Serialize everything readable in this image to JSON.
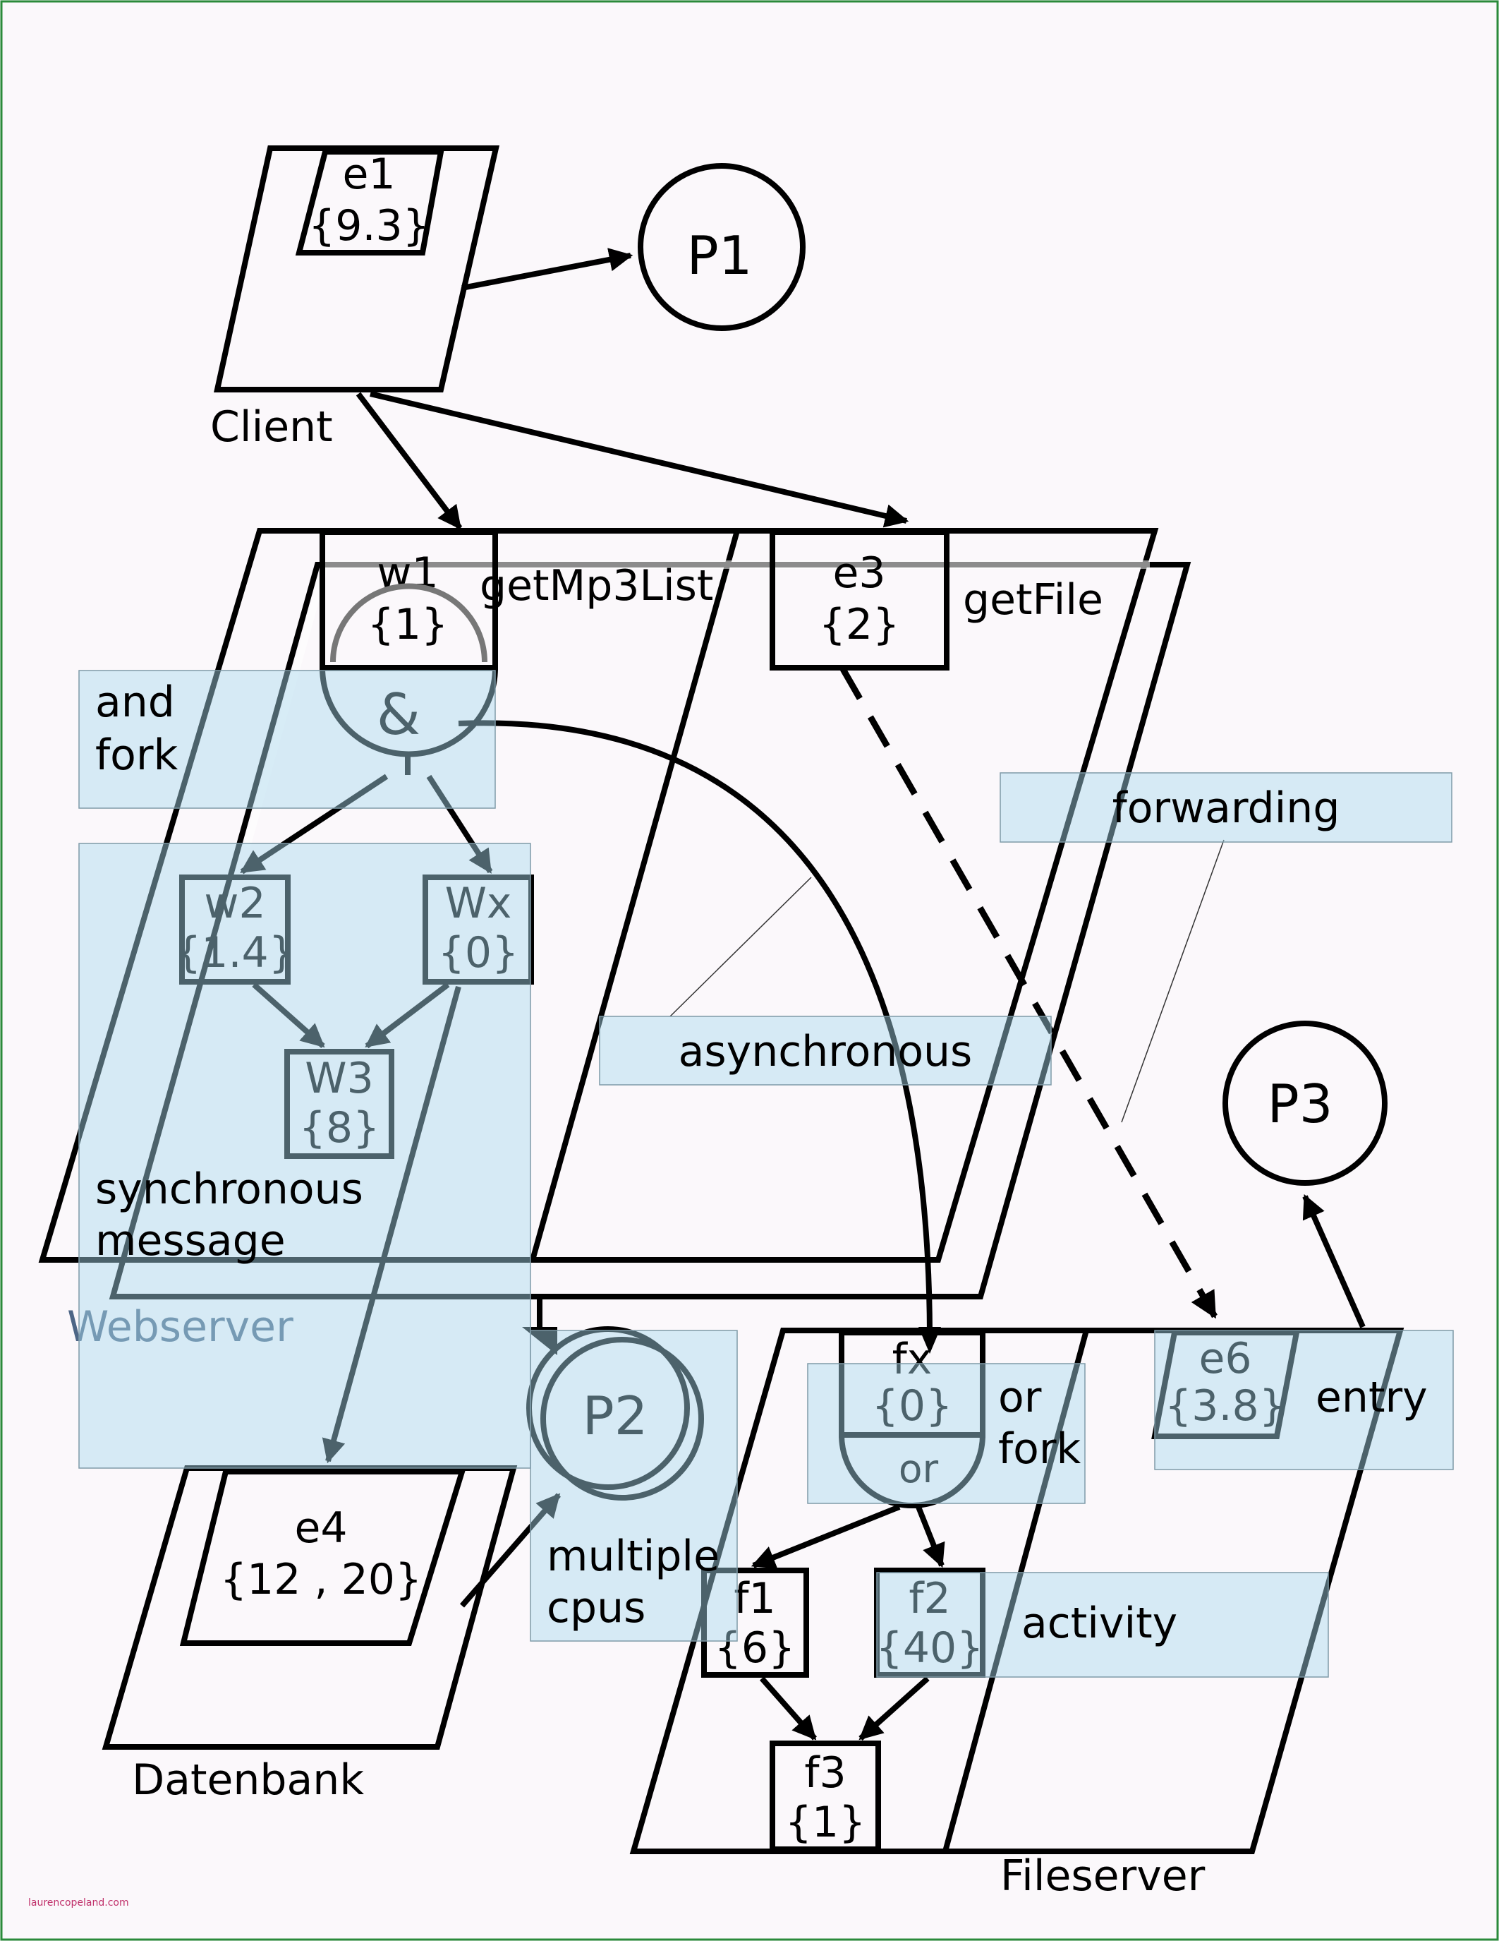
{
  "tasks": {
    "client": "Client",
    "webserver": "Webserver",
    "fileserver": "Fileserver",
    "datenbank": "Datenbank"
  },
  "processors": {
    "p1": "P1",
    "p2": "P2",
    "p3": "P3"
  },
  "entries": {
    "e1": {
      "name": "e1",
      "value": "{9.3}"
    },
    "w1": {
      "name": "w1",
      "value": "{1}",
      "label": "getMp3List"
    },
    "e3": {
      "name": "e3",
      "value": "{2}",
      "label": "getFile"
    },
    "e4": {
      "name": "e4",
      "value": "{12 , 20}"
    },
    "e6": {
      "name": "e6",
      "value": "{3.8}"
    },
    "fx": {
      "name": "fx",
      "value": "{0}"
    }
  },
  "activities": {
    "w2": {
      "name": "w2",
      "value": "{1.4}"
    },
    "wx": {
      "name": "Wx",
      "value": "{0}"
    },
    "w3": {
      "name": "W3",
      "value": "{8}"
    },
    "f1": {
      "name": "f1",
      "value": "{6}"
    },
    "f2": {
      "name": "f2",
      "value": "{40}"
    },
    "f3": {
      "name": "f3",
      "value": "{1}"
    }
  },
  "fork_symbols": {
    "and": "&",
    "or": "or"
  },
  "annotations": {
    "and_fork": [
      "and",
      "fork"
    ],
    "forwarding": "forwarding",
    "asynchronous": "asynchronous",
    "synchronous_message": [
      "synchronous",
      "message"
    ],
    "multiple_cpus": [
      "multiple",
      "cpus"
    ],
    "or_fork": [
      "or",
      "fork"
    ],
    "entry": "entry",
    "activity": "activity"
  },
  "watermark": "laurencopeland.com",
  "colors": {
    "line": "#000000",
    "annotation_fill": "#a9d9ee",
    "overlay_text": "#4d6686",
    "background": "#fbf8fb"
  }
}
